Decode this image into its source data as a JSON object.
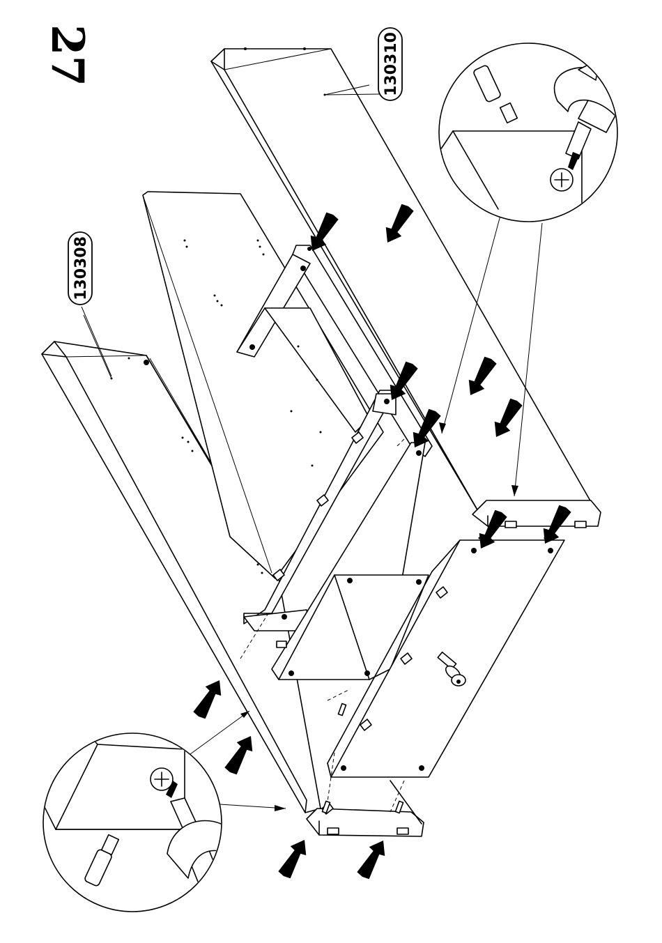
{
  "step": {
    "number": "27"
  },
  "parts": [
    {
      "id": "label-left",
      "code": "130308"
    },
    {
      "id": "label-right",
      "code": "130310"
    }
  ],
  "colors": {
    "ink": "#000000",
    "paper": "#ffffff"
  },
  "icons": [
    "down-arrow-icon",
    "up-arrow-icon",
    "screwdriver-icon",
    "cam-lock-icon",
    "rotate-arrow-icon",
    "adjustable-foot-icon",
    "dowel-icon"
  ]
}
